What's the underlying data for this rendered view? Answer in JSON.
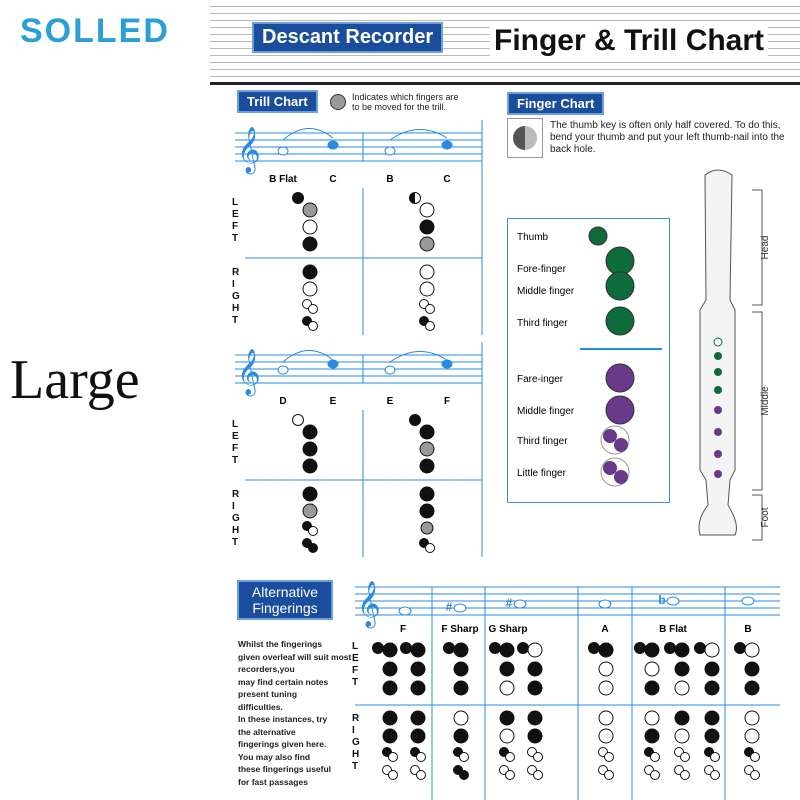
{
  "logo": "SOLLED",
  "size_label": "Large",
  "header": {
    "subtitle": "Descant Recorder",
    "title": "Finger & Trill Chart"
  },
  "trill": {
    "label": "Trill Chart",
    "legend": "Indicates which fingers are to be moved for the trill.",
    "left_label": "LEFT",
    "right_label": "RIGHT",
    "sections": [
      {
        "notes": [
          "B Flat",
          "C",
          "B",
          "C"
        ],
        "columns": [
          {
            "left": [
              "c",
              "g",
              "o",
              "c"
            ],
            "right": [
              "c",
              "o",
              "do",
              "dh"
            ]
          },
          {
            "left": [
              "h",
              "o",
              "c",
              "g"
            ],
            "right": [
              "o",
              "o",
              "do",
              "dh"
            ]
          }
        ]
      },
      {
        "notes": [
          "D",
          "E",
          "E",
          "F"
        ],
        "columns": [
          {
            "left": [
              "o",
              "c",
              "c",
              "c"
            ],
            "right": [
              "c",
              "g",
              "dh",
              "dc"
            ]
          },
          {
            "left": [
              "c",
              "c",
              "g",
              "c"
            ],
            "right": [
              "c",
              "c",
              "g",
              "dh"
            ]
          }
        ]
      }
    ]
  },
  "finger": {
    "label": "Finger Chart",
    "thumb_note": "The thumb key is often only half covered. To do this, bend your thumb and put your left thumb-nail into the back hole.",
    "left_items": [
      "Thumb",
      "Fore-finger",
      "Middle finger",
      "Third finger"
    ],
    "right_items": [
      "Fare-inger",
      "Middle finger",
      "Third finger",
      "Little finger"
    ],
    "colors": {
      "left": "#0e6b3a",
      "right": "#6a3a8a"
    },
    "recorder_labels": [
      "Head",
      "Middle",
      "Foot"
    ]
  },
  "alt": {
    "label": "Alternative Fingerings",
    "text": [
      "Whilst the fingerings",
      "given overleaf will suit most",
      "recorders,you",
      "may find certain notes",
      "present tuning",
      "difficulties.",
      "In these instances, try",
      "the alternative",
      "fingerings given here.",
      "You may also find",
      "these fingerings useful",
      "for fast passages"
    ],
    "notes": [
      "F",
      "F Sharp",
      "G Sharp",
      "A",
      "B Flat",
      "B"
    ],
    "staff_notes": [
      "",
      "#",
      "#",
      "",
      "b",
      ""
    ],
    "columns": [
      {
        "note": 0,
        "left": [
          "c",
          "c",
          "c",
          "c"
        ],
        "right": [
          "c",
          "c",
          "dh",
          "do"
        ]
      },
      {
        "note": 0,
        "left": [
          "c",
          "c",
          "c",
          "c"
        ],
        "right": [
          "c",
          "c",
          "dh",
          "do"
        ]
      },
      {
        "note": 1,
        "left": [
          "c",
          "c",
          "c",
          "c"
        ],
        "right": [
          "o",
          "c",
          "dh",
          "dc"
        ]
      },
      {
        "note": 2,
        "left": [
          "c",
          "c",
          "c",
          "o"
        ],
        "right": [
          "c",
          "o",
          "dh",
          "do"
        ]
      },
      {
        "note": 2,
        "left": [
          "c",
          "o",
          "c",
          "c"
        ],
        "right": [
          "c",
          "c",
          "do",
          "do"
        ]
      },
      {
        "note": 3,
        "left": [
          "c",
          "c",
          "o",
          "o"
        ],
        "right": [
          "o",
          "o",
          "do",
          "do"
        ]
      },
      {
        "note": 4,
        "left": [
          "c",
          "c",
          "o",
          "c"
        ],
        "right": [
          "o",
          "c",
          "dh",
          "do"
        ]
      },
      {
        "note": 4,
        "left": [
          "c",
          "c",
          "c",
          "o"
        ],
        "right": [
          "c",
          "o",
          "do",
          "do"
        ]
      },
      {
        "note": 4,
        "left": [
          "c",
          "o",
          "c",
          "c"
        ],
        "right": [
          "c",
          "c",
          "dh",
          "do"
        ]
      },
      {
        "note": 5,
        "left": [
          "c",
          "o",
          "c",
          "c"
        ],
        "right": [
          "o",
          "o",
          "dh",
          "do"
        ]
      }
    ]
  }
}
